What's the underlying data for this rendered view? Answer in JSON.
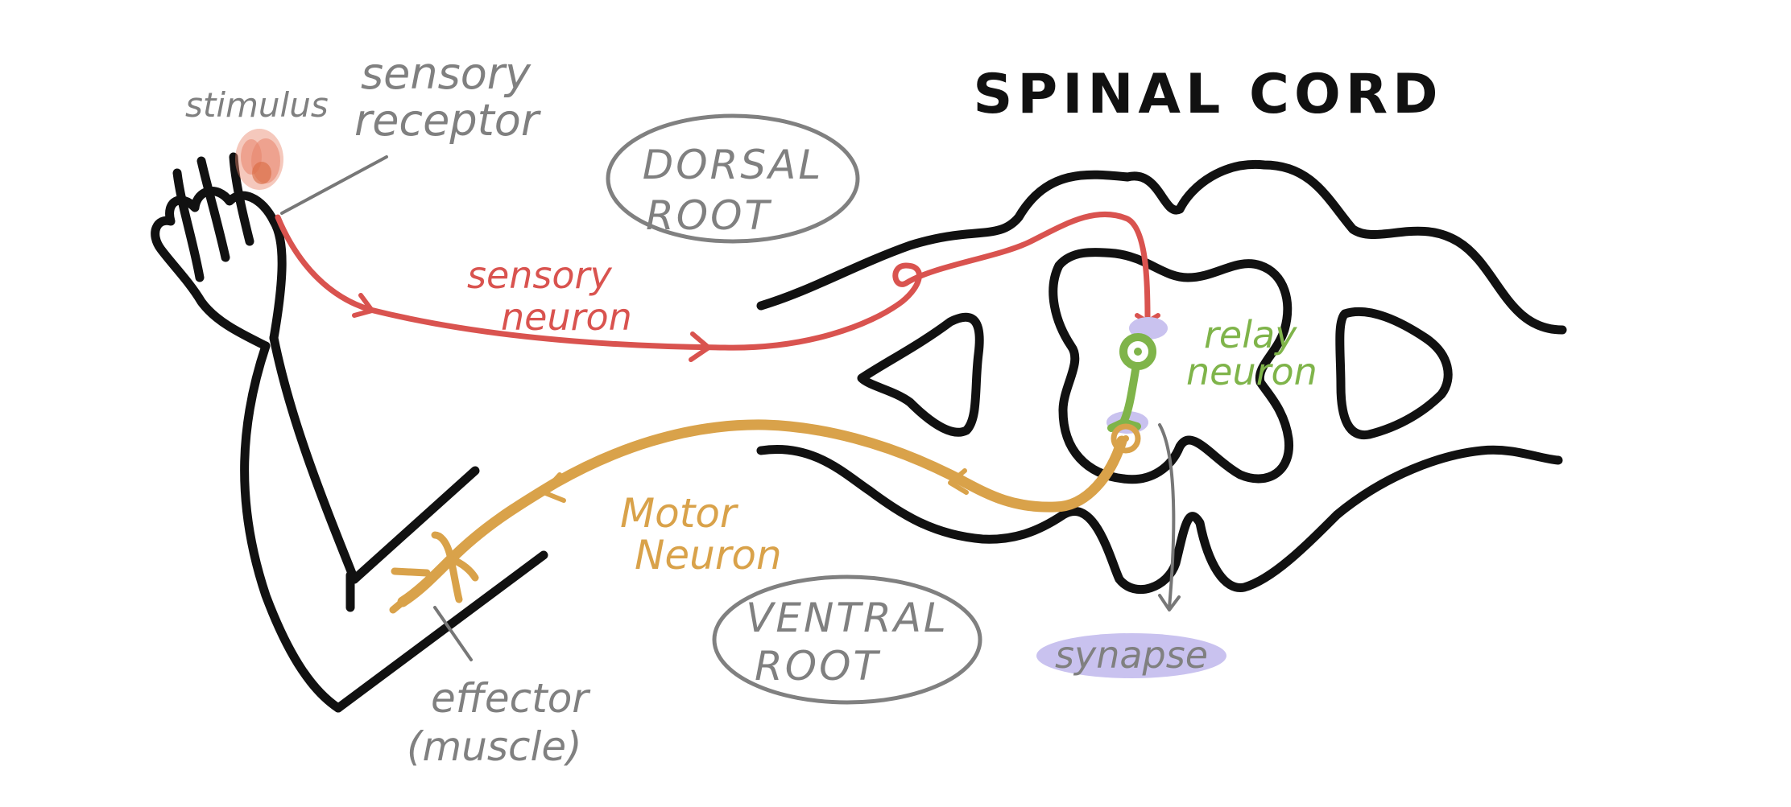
{
  "title": "SPINAL CORD",
  "labels": {
    "stimulus": "stimulus",
    "sensory_receptor": [
      "sensory",
      "receptor"
    ],
    "dorsal_root": [
      "DORSAL",
      "ROOT"
    ],
    "sensory_neuron": [
      "sensory",
      "neuron"
    ],
    "relay_neuron": [
      "relay",
      "neuron"
    ],
    "motor_neuron": [
      "Motor",
      "Neuron"
    ],
    "ventral_root": [
      "VENTRAL",
      "ROOT"
    ],
    "synapse": "synapse",
    "effector": [
      "effector",
      "(muscle)"
    ]
  },
  "colors": {
    "outline": "#111111",
    "label_gray": "#808080",
    "sensory": "#d9534f",
    "motor": "#d9a24a",
    "relay": "#7fb44a",
    "synapse_bg": "#c9c2ef",
    "stimulus_flame": "#e8846a"
  }
}
